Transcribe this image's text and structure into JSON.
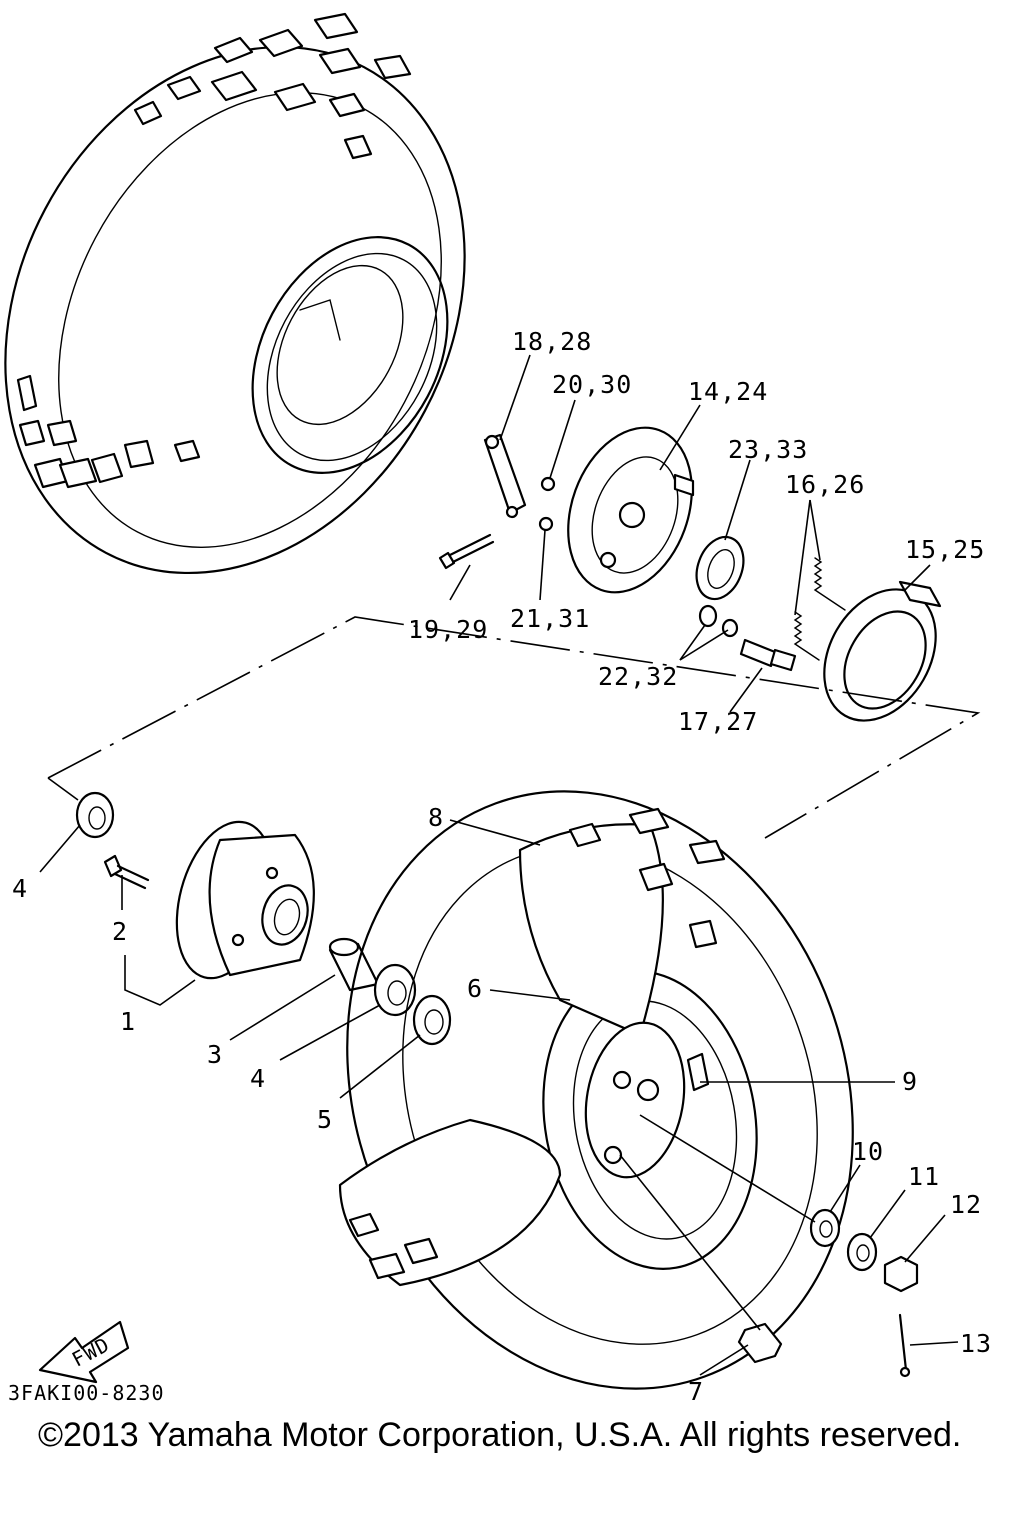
{
  "diagram": {
    "part_code": "3FAKI00-8230",
    "copyright": "©2013 Yamaha Motor Corporation, U.S.A. All rights reserved.",
    "fwd_label": "FWD",
    "callouts": {
      "c1": "1",
      "c2": "2",
      "c3": "3",
      "c4a": "4",
      "c4b": "4",
      "c5": "5",
      "c6": "6",
      "c7": "7",
      "c8": "8",
      "c9": "9",
      "c10": "10",
      "c11": "11",
      "c12": "12",
      "c13": "13",
      "c14": "14,24",
      "c15": "15,25",
      "c16": "16,26",
      "c17": "17,27",
      "c18": "18,28",
      "c19": "19,29",
      "c20": "20,30",
      "c21": "21,31",
      "c22": "22,32",
      "c23": "23,33"
    }
  }
}
